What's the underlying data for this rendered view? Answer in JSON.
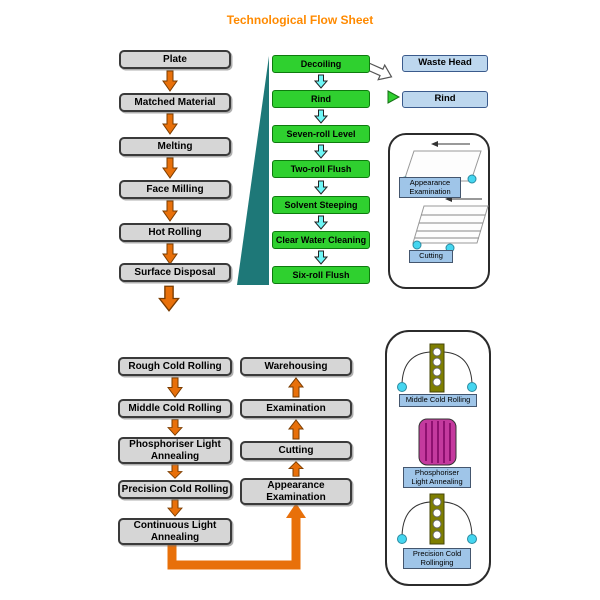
{
  "title": "Technological Flow Sheet",
  "colors": {
    "title_orange": "#FF8A00",
    "arrow_orange": "#E8700A",
    "arrow_cyan": "#6FF7F7",
    "node_gray": "#D6D6D6",
    "node_green": "#2FD02F",
    "node_blue": "#BDD7EE",
    "wedge_teal": "#1E7878",
    "machine_olive": "#7E7E00",
    "machine_magenta": "#C43A9E",
    "roller_cyan": "#45D6F0",
    "label_blue": "#9FC5E8"
  },
  "flows": {
    "left_top": {
      "items": [
        "Plate",
        "Matched Material",
        "Melting",
        "Face Milling",
        "Hot Rolling",
        "Surface Disposal"
      ]
    },
    "middle_top": {
      "items": [
        "Decoiling",
        "Rind",
        "Seven-roll Level",
        "Two-roll Flush",
        "Solvent Steeping",
        "Clear Water Cleaning",
        "Six-roll Flush"
      ]
    },
    "side_top": {
      "items": [
        "Waste Head",
        "Rind"
      ]
    },
    "left_bottom": {
      "items": [
        "Rough Cold Rolling",
        "Middle Cold Rolling",
        "Phosphoriser Light Annealing",
        "Precision Cold Rolling",
        "Continuous Light Annealing"
      ]
    },
    "right_bottom": {
      "items": [
        "Warehousing",
        "Examination",
        "Cutting",
        "Appearance Examination"
      ]
    }
  },
  "panels": {
    "top": {
      "labels": [
        "Appearance Examination",
        "Cutting"
      ]
    },
    "bottom": {
      "labels": [
        "Middle Cold Rolling",
        "Phosphoriser Light Annealing",
        "Precision Cold Rollinging"
      ]
    }
  }
}
